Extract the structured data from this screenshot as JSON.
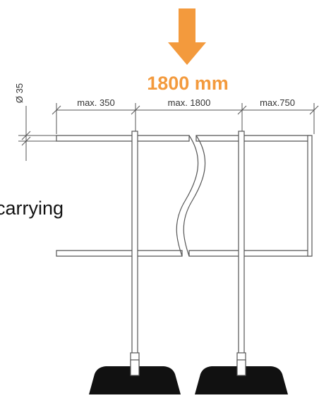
{
  "load": {
    "label": "1800 mm",
    "color": "#f39a3d"
  },
  "dimensions": {
    "diameter": "Ø 35",
    "left_span": "max. 350",
    "middle_span": "max. 1800",
    "right_span": "max.750"
  },
  "side_text": "carrying",
  "colors": {
    "line": "#555555",
    "rail_fill": "#ffffff",
    "base_fill": "#111111"
  }
}
